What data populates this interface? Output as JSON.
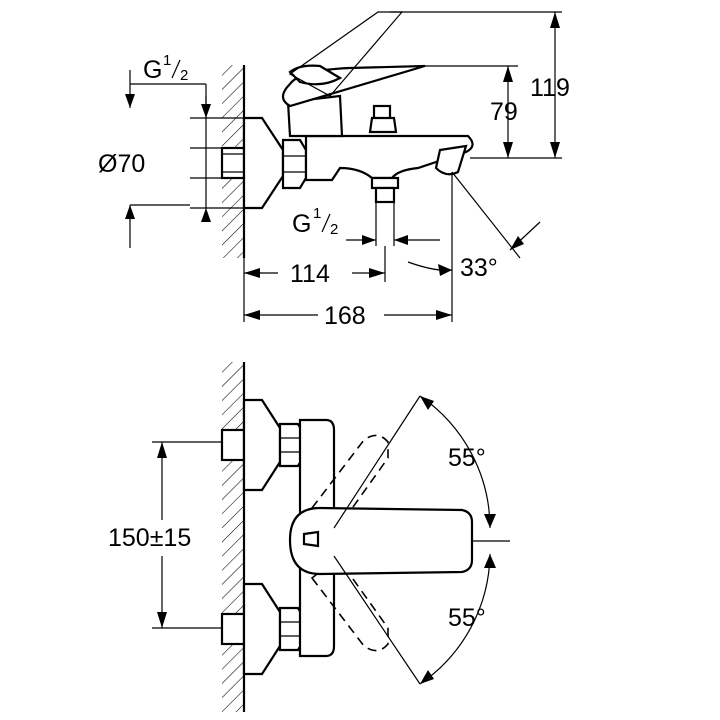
{
  "dimensions": {
    "g_half_top": {
      "g": "G",
      "num": "1",
      "den": "2"
    },
    "g_half_bottom": {
      "g": "G",
      "num": "1",
      "den": "2"
    },
    "diameter": "Ø70",
    "h119": "119",
    "h79": "79",
    "w114": "114",
    "w168": "168",
    "a33": "33°",
    "a55_top": "55°",
    "a55_bottom": "55°",
    "d150": "150±15"
  }
}
